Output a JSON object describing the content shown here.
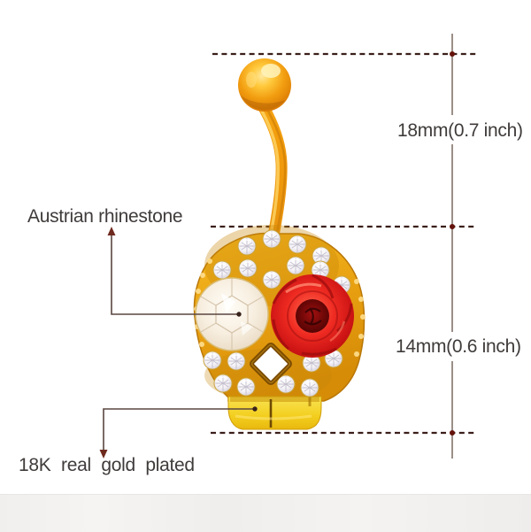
{
  "image_type": "annotated-product-photo",
  "product": "gold skull belly button ring with red rose",
  "labels": {
    "rhinestone": "Austrian rhinestone",
    "gold_plated": "18K real gold plated"
  },
  "measurements": {
    "bar_length": "18mm(0.7 inch)",
    "pendant_height": "14mm(0.6 inch)"
  },
  "colors": {
    "background": "#ffffff",
    "bottom_band": "#f2f0ee",
    "text": "#3f3b3a",
    "dashed_line": "#3b1f1a",
    "measure_line": "#6f5f56",
    "marker_dot": "#64120b",
    "pointer_line": "#5a4640",
    "arrowhead": "#6e2a1e",
    "gold": "#f2a30f",
    "gold_dark": "#c87f06",
    "jaw_yellow": "#f3ce1e",
    "rose_red": "#d41a1a",
    "rose_center": "#5e0505",
    "rhinestone_white": "#f4f2f6"
  }
}
